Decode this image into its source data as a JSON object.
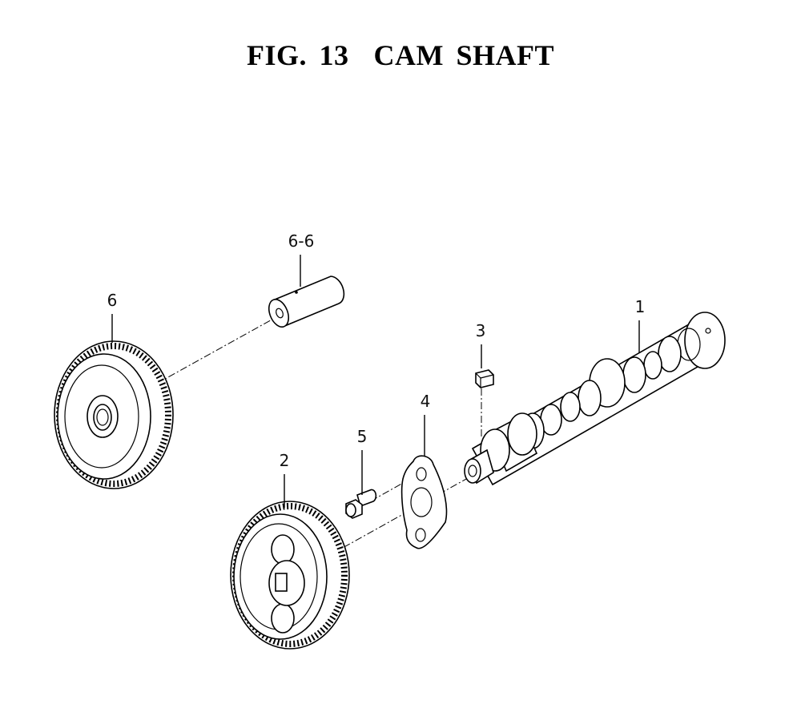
{
  "figure": {
    "title": "FIG. 13  CAM SHAFT"
  },
  "parts": [
    {
      "ref": "1"
    },
    {
      "ref": "2"
    },
    {
      "ref": "3"
    },
    {
      "ref": "4"
    },
    {
      "ref": "5"
    },
    {
      "ref": "6"
    },
    {
      "ref": "6-6"
    }
  ]
}
